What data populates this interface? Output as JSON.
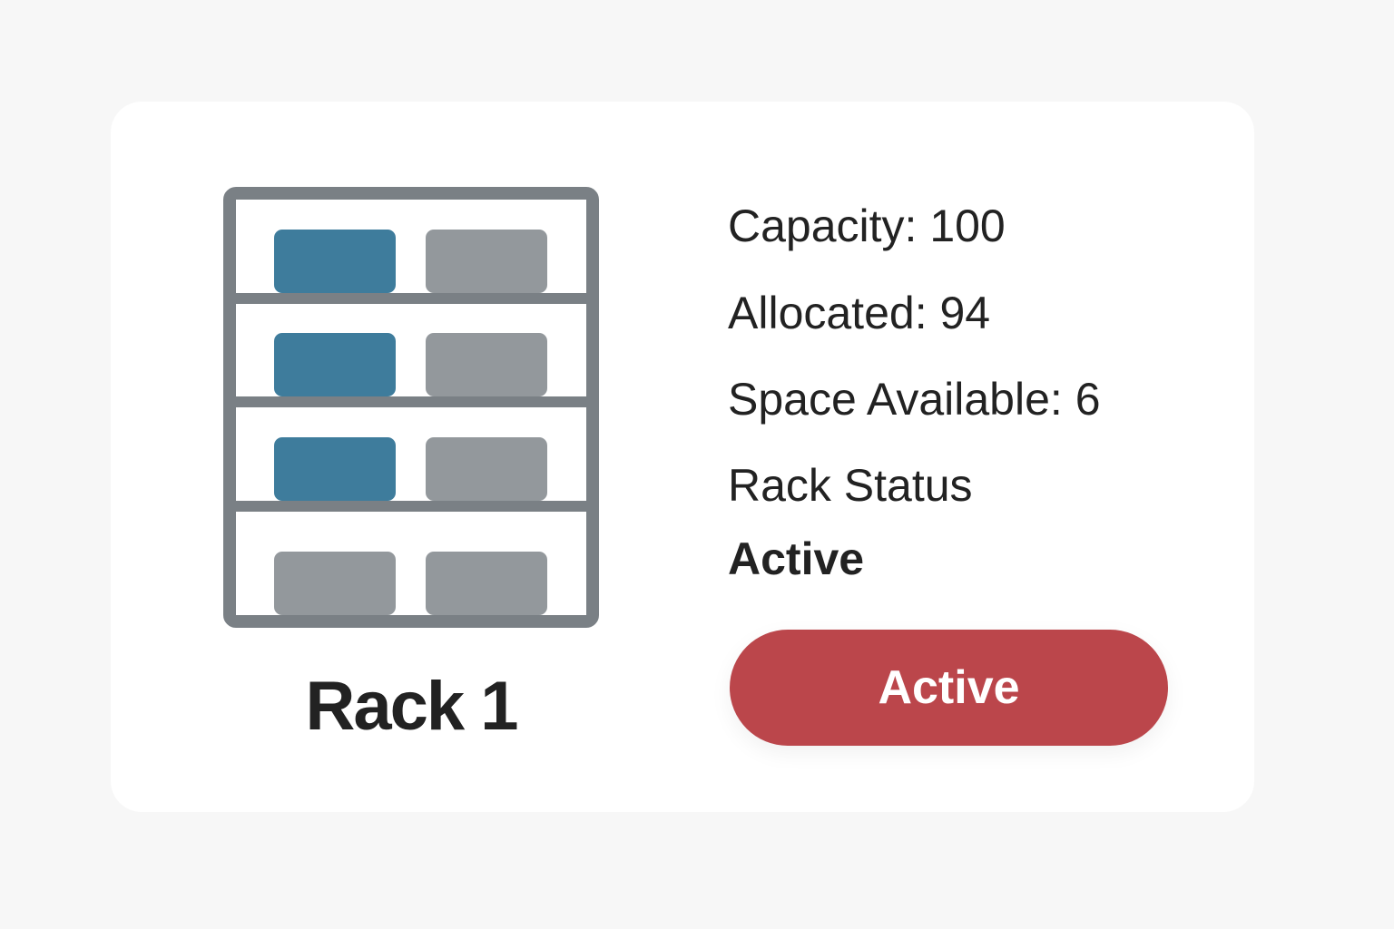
{
  "rack": {
    "name": "Rack 1",
    "colors": {
      "frame": "#7a8085",
      "allocated": "#3e7c9c",
      "empty": "#93989c"
    },
    "shelves": [
      {
        "slots": [
          "allocated",
          "empty"
        ]
      },
      {
        "slots": [
          "allocated",
          "empty"
        ]
      },
      {
        "slots": [
          "allocated",
          "empty"
        ]
      },
      {
        "slots": [
          "empty",
          "empty"
        ]
      }
    ]
  },
  "info": {
    "capacity": "Capacity: 100",
    "allocated": "Allocated: 94",
    "space_available": "Space Available: 6",
    "status_label": "Rack Status",
    "status_value": "Active"
  },
  "status_button": {
    "label": "Active",
    "color": "#bb464b"
  }
}
